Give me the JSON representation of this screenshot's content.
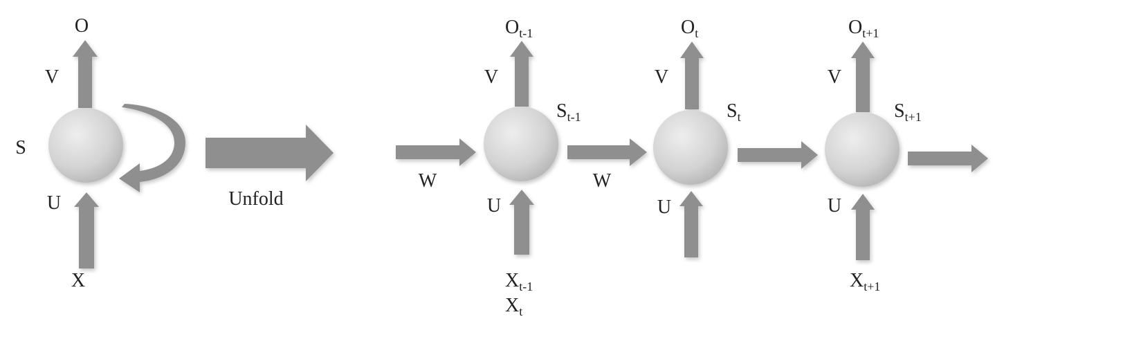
{
  "colors": {
    "arrow": "#8f8f8f",
    "node_light": "#eeeeee",
    "node_mid": "#d3d3d3",
    "node_dark": "#b6b6b6",
    "text": "#222222",
    "background": "#ffffff"
  },
  "folded": {
    "node_label": "S",
    "input_label": "X",
    "output_label": "O",
    "input_weight": "U",
    "output_weight": "V",
    "loop_icon": "curved-arrow-icon"
  },
  "unfold": {
    "label": "Unfold",
    "icon": "block-arrow-right-icon"
  },
  "unfolded": {
    "lead_weight": "W",
    "steps": [
      {
        "state": {
          "main": "S",
          "sub": "t-1"
        },
        "output": {
          "main": "O",
          "sub": "t-1"
        },
        "input": {
          "main": "X",
          "sub": "t-1"
        },
        "input_weight": "U",
        "output_weight": "V",
        "next_weight": "W"
      },
      {
        "state": {
          "main": "S",
          "sub": "t"
        },
        "output": {
          "main": "O",
          "sub": "t"
        },
        "input": {
          "main": "X",
          "sub": "t"
        },
        "input_weight": "U",
        "output_weight": "V",
        "next_weight": ""
      },
      {
        "state": {
          "main": "S",
          "sub": "t+1"
        },
        "output": {
          "main": "O",
          "sub": "t+1"
        },
        "input": {
          "main": "X",
          "sub": "t+1"
        },
        "input_weight": "U",
        "output_weight": "V",
        "next_weight": ""
      }
    ]
  }
}
